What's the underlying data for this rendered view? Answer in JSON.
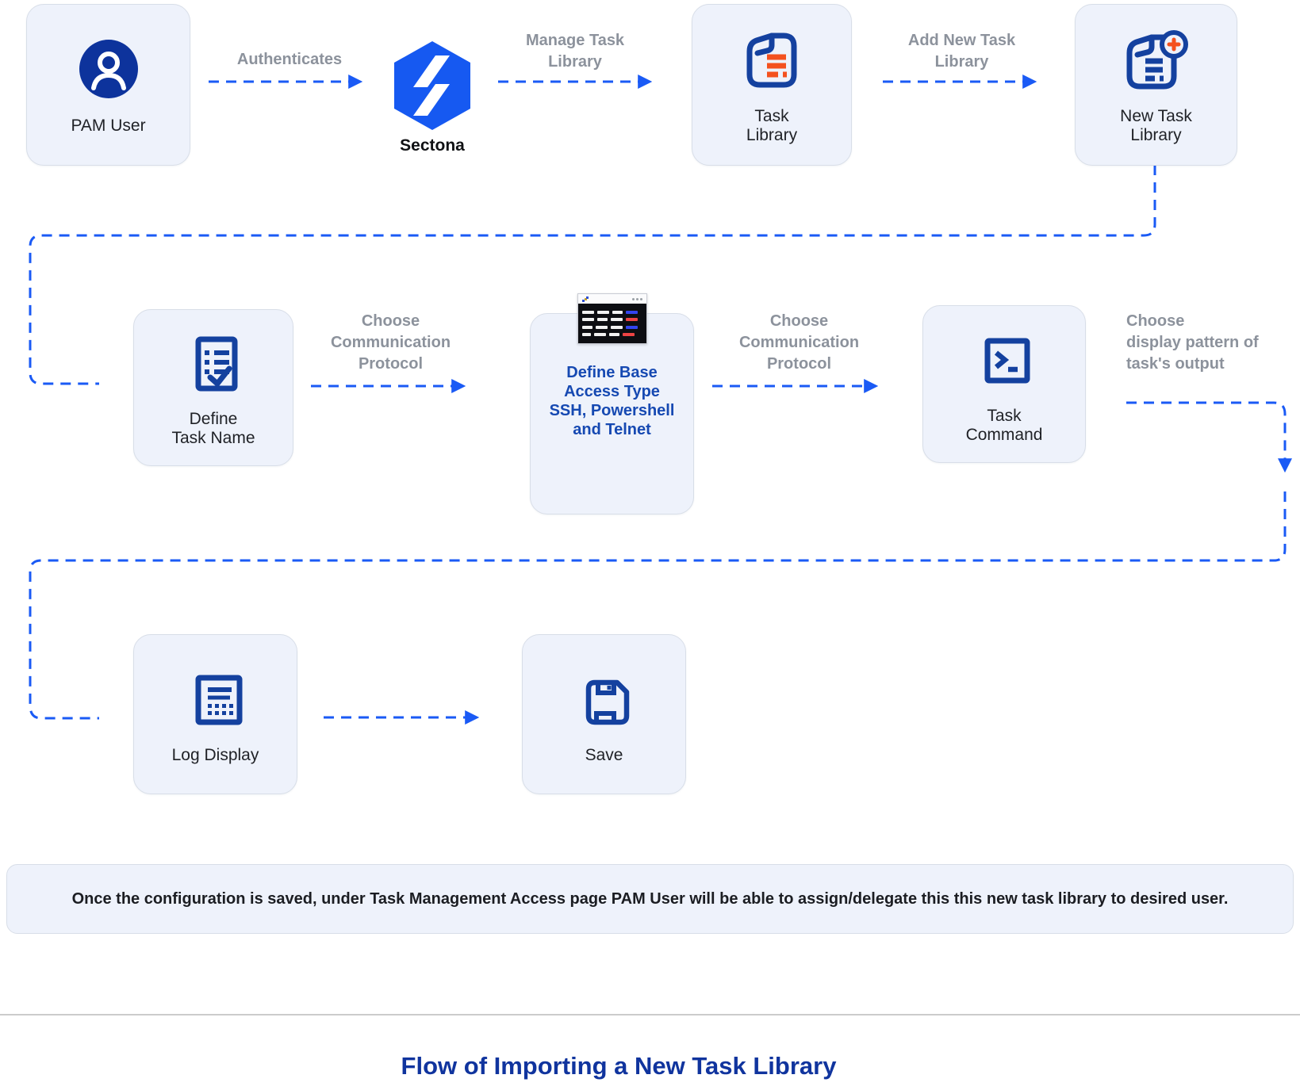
{
  "title": "Flow of Importing a New Task Library",
  "note": "Once the configuration is saved, under Task Management Access page PAM User will be able to assign/delegate this this new task library to desired user.",
  "colors": {
    "node_fill": "#EEF2FB",
    "node_border": "#D8DEE8",
    "icon_navy": "#14419F",
    "arrow_blue": "#1A5AF5",
    "label_gray": "#8C929C",
    "accent_orange": "#F4511E",
    "sectona_blue": "#1659F1",
    "title_blue": "#10349E"
  },
  "nodes": {
    "pam_user": {
      "label": "PAM User",
      "icon": "user-icon"
    },
    "sectona": {
      "label": "Sectona",
      "icon": "sectona-hexagon-icon"
    },
    "task_library": {
      "label": "Task\nLibrary",
      "icon": "document-icon"
    },
    "new_task_library": {
      "label": "New Task\nLibrary",
      "icon": "document-add-icon"
    },
    "define_task_name": {
      "label": "Define\nTask Name",
      "icon": "task-list-icon"
    },
    "define_base_access": {
      "label": "Define Base\nAccess Type\nSSH, Powershell\nand Telnet",
      "icon": "terminal-window-image"
    },
    "task_command": {
      "label": "Task\nCommand",
      "icon": "terminal-prompt-icon"
    },
    "log_display": {
      "label": "Log Display",
      "icon": "log-grid-icon"
    },
    "save": {
      "label": "Save",
      "icon": "floppy-disk-icon"
    }
  },
  "edges": {
    "authenticates": {
      "label": "Authenticates"
    },
    "manage_task_library": {
      "label": "Manage Task\nLibrary"
    },
    "add_new_task_library": {
      "label": "Add New Task\nLibrary"
    },
    "choose_protocol_1": {
      "label": "Choose\nCommunication\nProtocol"
    },
    "choose_protocol_2": {
      "label": "Choose\nCommunication\nProtocol"
    },
    "choose_display_pattern": {
      "label": "Choose\ndisplay pattern of\ntask's output"
    }
  }
}
